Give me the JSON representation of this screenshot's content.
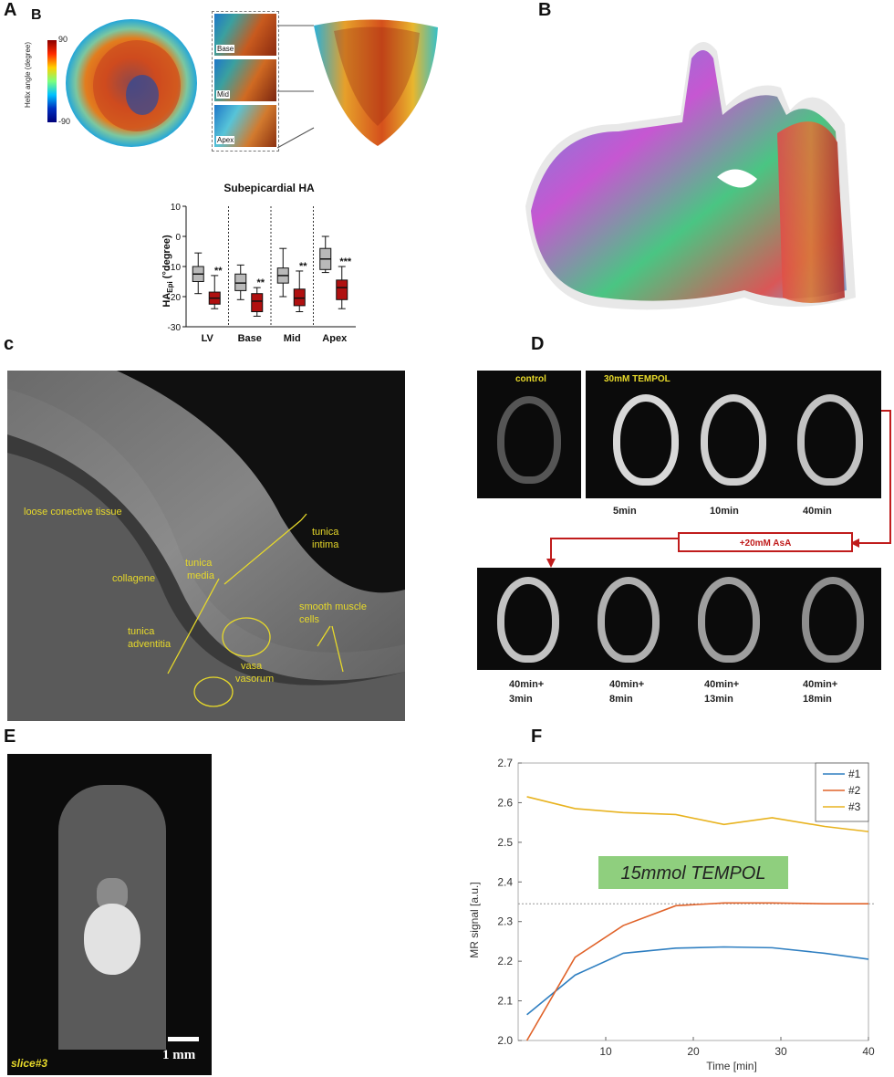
{
  "panels": {
    "A": "A",
    "A_sub": "B",
    "B": "B",
    "c": "c",
    "D": "D",
    "E": "E",
    "F": "F"
  },
  "panelA": {
    "colorbar_title": "Helix angle (degree)",
    "colorbar_max": "90",
    "colorbar_min": "-90",
    "regions": [
      "Base",
      "Mid",
      "Apex"
    ],
    "plot_title": "Subepicardial HA",
    "ylabel_main": "HA",
    "ylabel_sub": "Epi",
    "ylabel_unit": " (°degree)",
    "yticks": [
      "10",
      "0",
      "-10",
      "-20",
      "-30"
    ],
    "categories": [
      "LV",
      "Base",
      "Mid",
      "Apex"
    ],
    "significance": [
      "**",
      "**",
      "**",
      "***"
    ],
    "colors": {
      "group1": "#b9b9b9",
      "group2": "#b01010"
    }
  },
  "panelC": {
    "labels": {
      "loose": "loose conective tissue",
      "collagene": "collagene",
      "tunica_media_1": "tunica",
      "tunica_media_2": "media",
      "tunica_intima_1": "tunica",
      "tunica_intima_2": "intima",
      "smooth_1": "smooth muscle",
      "smooth_2": "cells",
      "adventitia_1": "tunica",
      "adventitia_2": "adventitia",
      "vasa_1": "vasa",
      "vasa_2": "vasorum"
    }
  },
  "panelD": {
    "control": "control",
    "tempol": "30mM TEMPOL",
    "times_top": [
      "5min",
      "10min",
      "40min"
    ],
    "asa": "+20mM AsA",
    "times_bottom": [
      [
        "40min+",
        "3min"
      ],
      [
        "40min+",
        "8min"
      ],
      [
        "40min+",
        "13min"
      ],
      [
        "40min+",
        "18min"
      ]
    ]
  },
  "panelE": {
    "scale_label": "1 mm",
    "slice_label": "slice#3"
  },
  "chart_data": {
    "type": "line",
    "xlabel": "Time [min]",
    "ylabel": "MR signal  [a.u.]",
    "xlim": [
      0,
      40
    ],
    "ylim": [
      2.0,
      2.7
    ],
    "xticks": [
      "10",
      "20",
      "30",
      "40"
    ],
    "yticks": [
      "2.0",
      "2.1",
      "2.2",
      "2.3",
      "2.4",
      "2.5",
      "2.6",
      "2.7"
    ],
    "annotation": "15mmol TEMPOL",
    "legend_position": "top-right",
    "reference_line": 2.345,
    "series": [
      {
        "name": "#1",
        "color": "#2f7fc1",
        "x": [
          1,
          6.5,
          12,
          18,
          23.5,
          29,
          35,
          40
        ],
        "y": [
          2.065,
          2.165,
          2.22,
          2.233,
          2.236,
          2.234,
          2.22,
          2.205
        ]
      },
      {
        "name": "#2",
        "color": "#e0632a",
        "x": [
          1,
          6.5,
          12,
          18,
          23.5,
          29,
          35,
          40
        ],
        "y": [
          2.0,
          2.21,
          2.29,
          2.34,
          2.347,
          2.347,
          2.345,
          2.345
        ]
      },
      {
        "name": "#3",
        "color": "#e8b320",
        "x": [
          1,
          6.5,
          12,
          18,
          23.5,
          29,
          35,
          40
        ],
        "y": [
          2.615,
          2.585,
          2.575,
          2.57,
          2.545,
          2.562,
          2.54,
          2.527
        ]
      }
    ]
  }
}
